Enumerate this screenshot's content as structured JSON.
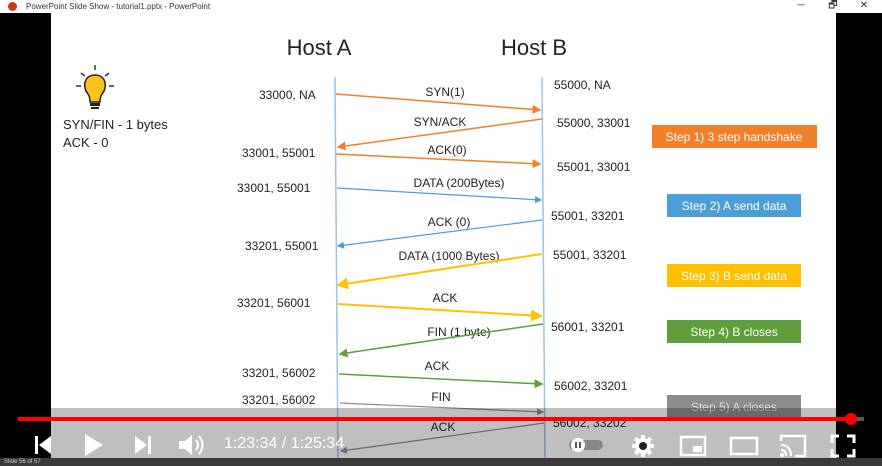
{
  "window": {
    "title": "PowerPoint Slide Show  -  tutorial1.pptx - PowerPoint",
    "minimize": "─",
    "restore": "🗗",
    "close": "✕"
  },
  "slide": {
    "host_a": "Host A",
    "host_b": "Host B",
    "legend_line1": "SYN/FIN  - 1 bytes",
    "legend_line2": "ACK - 0",
    "a_labels": [
      "33000, NA",
      "33001, 55001",
      "33001, 55001",
      "33201, 55001",
      "33201, 56001",
      "33201, 56002",
      "33201, 56002"
    ],
    "b_labels": [
      "55000, NA",
      "55000, 33001",
      "55001, 33001",
      "55001, 33201",
      "55001, 33201",
      "56001, 33201",
      "56002, 33201",
      "56002, 33202"
    ],
    "messages": [
      "SYN(1)",
      "SYN/ACK",
      "ACK(0)",
      "DATA (200Bytes)",
      "ACK (0)",
      "DATA (1000 Bytes)",
      "ACK",
      "FIN (1 byte)",
      "ACK",
      "FIN",
      "ACK"
    ],
    "steps": [
      {
        "label": "Step 1) 3 step handshake",
        "color": "#f0812a"
      },
      {
        "label": "Step 2) A send data",
        "color": "#4d9ed6"
      },
      {
        "label": "Step 3) B send data",
        "color": "#ffc000"
      },
      {
        "label": "Step 4) B closes",
        "color": "#5f9e3a"
      },
      {
        "label": "Step 5) A closes",
        "color": "#8c8c8c"
      }
    ],
    "colors": {
      "orange": "#f0812a",
      "blue": "#4d9ed6",
      "yellow": "#ffc000",
      "green": "#5f9e3a",
      "gray": "#8c8c8c"
    }
  },
  "player": {
    "time": "1:23:34 / 1:25:34",
    "progress": 0.985,
    "icons": [
      "skip-back-icon",
      "play-icon",
      "skip-next-icon",
      "volume-icon",
      "autoplay-toggle-icon",
      "settings-icon",
      "miniplayer-icon",
      "theater-icon",
      "cast-icon",
      "fullscreen-icon"
    ]
  },
  "statusbar": {
    "slide_info": "Slide 56 of 57"
  }
}
